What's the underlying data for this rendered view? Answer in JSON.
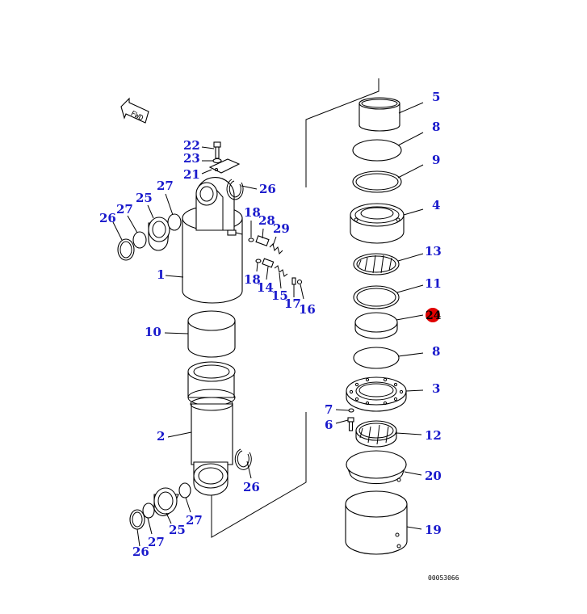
{
  "colors": {
    "label": "#1a1acc",
    "line": "#000000",
    "highlight": "#e00000"
  },
  "fwd_label": "FWD",
  "drawing_code": "00053066",
  "labels": {
    "l5": "5",
    "l8a": "8",
    "l9": "9",
    "l4": "4",
    "l13": "13",
    "l11": "11",
    "l24": "24",
    "l8b": "8",
    "l3": "3",
    "l7": "7",
    "l6": "6",
    "l12": "12",
    "l20": "20",
    "l19": "19",
    "l22": "22",
    "l23": "23",
    "l21": "21",
    "l26a": "26",
    "l27a": "27",
    "l25a": "25",
    "l27b": "27",
    "l26b": "26",
    "l18a": "18",
    "l28": "28",
    "l29": "29",
    "l1": "1",
    "l18b": "18",
    "l14": "14",
    "l15": "15",
    "l17": "17",
    "l16": "16",
    "l10": "10",
    "l2": "2",
    "l26c": "26",
    "l27c": "27",
    "l25b": "25",
    "l27d": "27",
    "l26d": "26"
  }
}
